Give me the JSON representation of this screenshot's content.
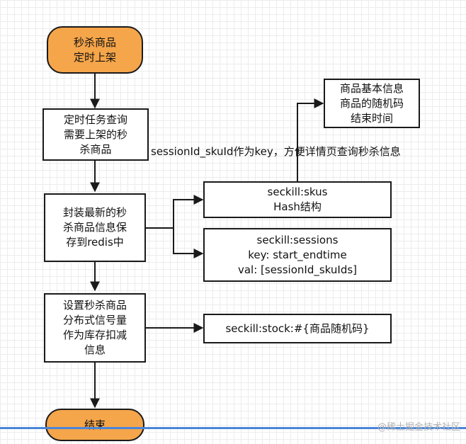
{
  "nodes": {
    "start": "秒杀商品\n定时上架",
    "query": "定时任务查询\n需要上架的秒\n杀商品",
    "save": "封装最新的秒\n杀商品信息保\n存到redis中",
    "semaphore": "设置秒杀商品\n分布式信号量\n作为库存扣减\n信息",
    "end": "结束",
    "skus": "seckill:skus\nHash结构",
    "sessions": "seckill:sessions\nkey: start_endtime\nval:  [sessionId_skuIds]",
    "stock": "seckill:stock:#{商品随机码}",
    "info": "商品基本信息\n商品的随机码\n结束时间"
  },
  "annotation": "sessionId_skuId作为key，方便详情页查询秒杀信息",
  "watermark": "@稀土掘金技术社区",
  "colors": {
    "terminal_fill": "#f5a54a",
    "stroke": "#1a1a1a",
    "grid": "#ececec",
    "accent_line": "#4a86d8"
  }
}
